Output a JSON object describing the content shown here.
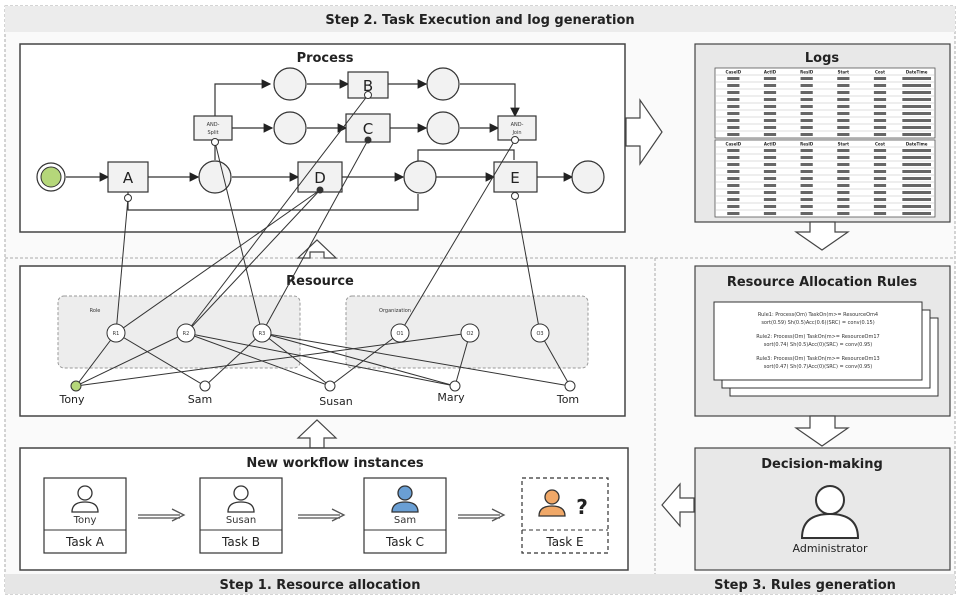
{
  "header": {
    "step2": "Step 2. Task Execution and log generation"
  },
  "footer": {
    "step1": "Step 1. Resource allocation",
    "step3": "Step 3. Rules generation"
  },
  "process": {
    "title": "Process",
    "tasks": [
      "A",
      "B",
      "C",
      "D",
      "E"
    ],
    "gateway_label": "AND-\nSplit",
    "gateway_join_label": "AND-\nJoin"
  },
  "logs": {
    "title": "Logs",
    "columns": [
      "CaseID",
      "ActID",
      "ResID",
      "Start",
      "Cost",
      "DateTime"
    ]
  },
  "resource": {
    "title": "Resource",
    "role_title": "Role",
    "org_title": "Organization",
    "roles": [
      "R1",
      "R2",
      "R3"
    ],
    "orgs": [
      "O1",
      "O2",
      "O3"
    ],
    "people": [
      "Tony",
      "Sam",
      "Susan",
      "Mary",
      "Tom"
    ]
  },
  "rules": {
    "title": "Resource Allocation Rules",
    "lines": [
      "Rule1: Process(Om) TaskOn(m>= ResourceOm4",
      "sort(0.59) Sh(0.5)Acc(0.6)(SRC) = conv(0.15)",
      "Rule2: Process(Om) TaskOn(m>= ResourceOm17",
      "sort(0.74) Sh(0.5)Acc(0)(SRC) = conv(0.95)",
      "Rule3: Process(Om) TaskOn(m>= ResourceOm13",
      "sort(0.47) Sh(0.7)Acc(0)(SRC) = conv(0.95)"
    ]
  },
  "workflow": {
    "title": "New workflow instances",
    "instances": [
      {
        "person": "Tony",
        "task": "Task A"
      },
      {
        "person": "Susan",
        "task": "Task B"
      },
      {
        "person": "Sam",
        "task": "Task C"
      },
      {
        "person": "?",
        "task": "Task E"
      }
    ]
  },
  "decision": {
    "title": "Decision-making",
    "role": "Administrator"
  },
  "colors": {
    "start_event": "#b5d77a",
    "sam_avatar": "#6a9fd4",
    "unknown_avatar": "#f0a868",
    "panel": "#e8e8e8"
  }
}
